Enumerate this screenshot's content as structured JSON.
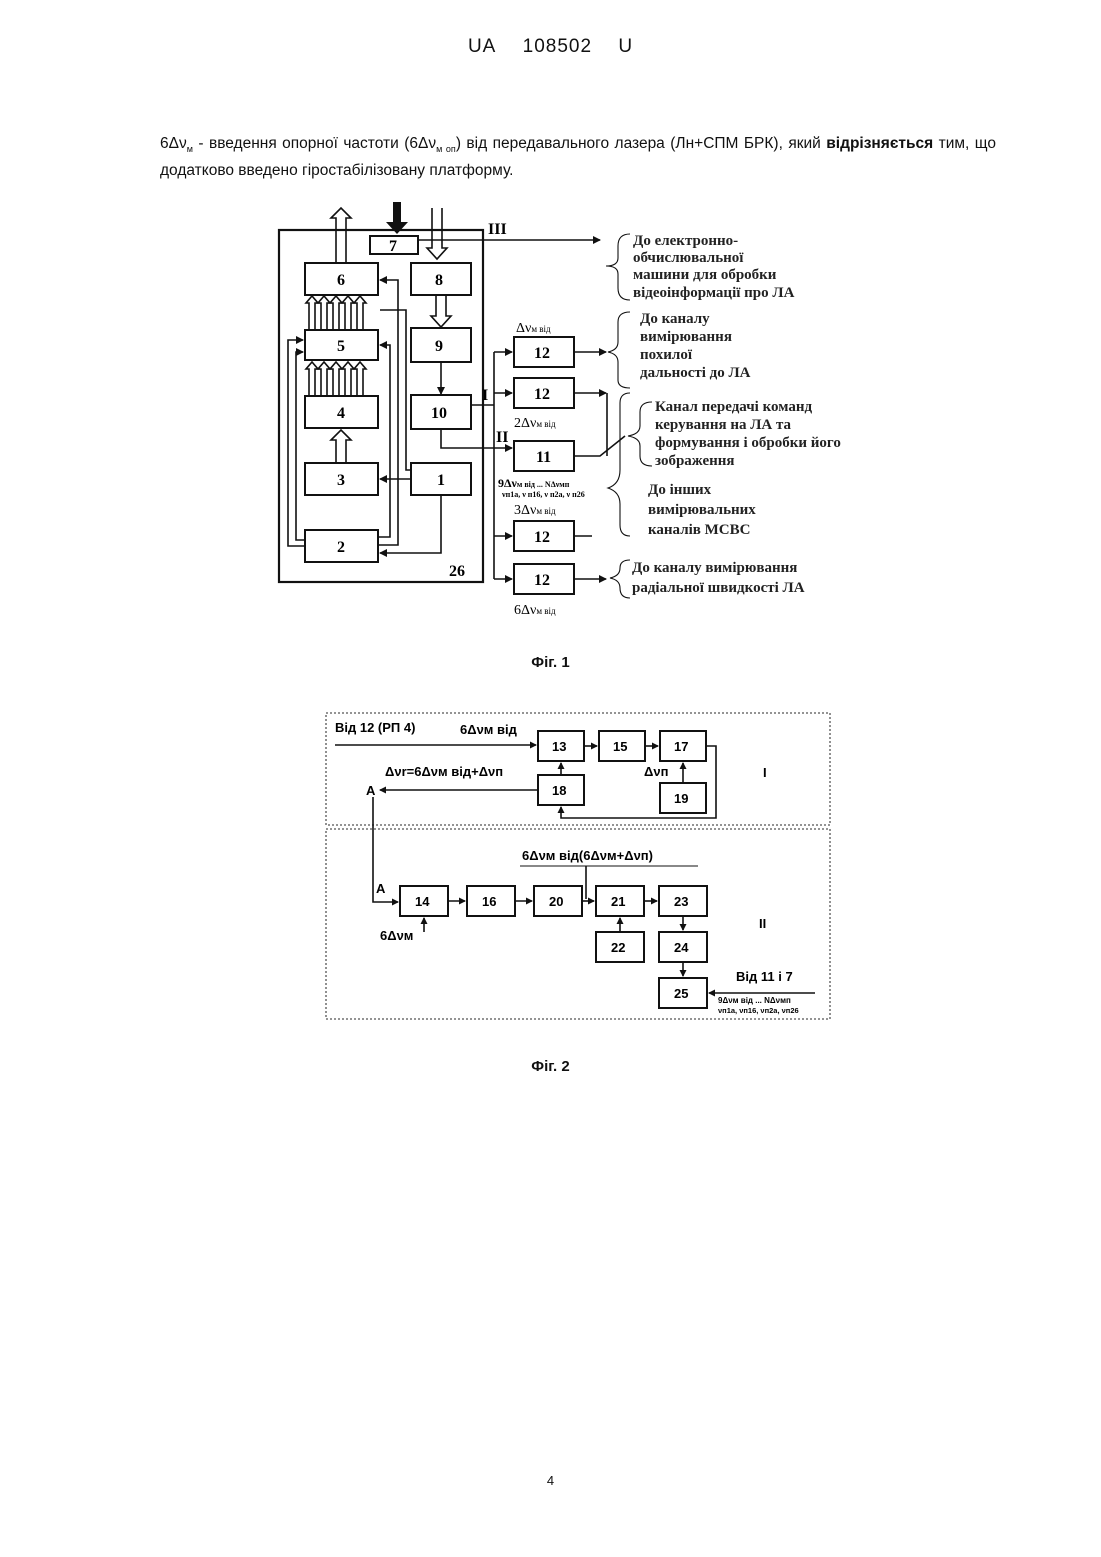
{
  "header": {
    "country": "UA",
    "number": "108502",
    "kind": "U"
  },
  "paragraph": {
    "part1": "6Δν",
    "sub1": "м",
    "part2": " - введення опорної частоти (6Δν",
    "sub2": "м оп",
    "part3": ") від передавального лазера (Лн+СПМ БРК), який ",
    "bold": "відрізняється",
    "part4": " тим, що додатково введено гіростабілізовану платформу."
  },
  "fig1": {
    "caption": "Фіг. 1",
    "blocks": [
      "7",
      "6",
      "8",
      "5",
      "9",
      "4",
      "10",
      "3",
      "1",
      "2",
      "12",
      "12",
      "11",
      "12",
      "12"
    ],
    "frame_label": "26",
    "roman": [
      "III",
      "I",
      "II"
    ],
    "freq_labels": {
      "top": "Δν",
      "top_sub": "м від",
      "second": "2Δν",
      "second_sub": "м від",
      "nine": "9Δν",
      "nine_sub": "м від ... NΔν",
      "nine_sub2": "мп",
      "nine_line2": "ν",
      "nine_line2_text": "п1а, ν п16, ν п2а, ν п26",
      "three": "3Δν",
      "three_sub": "м від",
      "six": "6Δν",
      "six_sub": "м від"
    },
    "notes": {
      "computer": [
        "До електронно-",
        "обчислювальної",
        "машини для обробки",
        "відеоінформації про ЛА"
      ],
      "range": [
        "До каналу",
        "вимірювання",
        "похилої",
        "дальності до ЛА"
      ],
      "command": [
        "Канал передачі команд",
        "керування на ЛА та",
        "формування і обробки його",
        "зображення"
      ],
      "other": [
        "До інших",
        "вимірювальних",
        "каналів МСВС"
      ],
      "radial": [
        "До каналу вимірювання",
        "радіальної швидкості ЛА"
      ]
    }
  },
  "fig2": {
    "caption": "Фіг. 2",
    "blocks": [
      "13",
      "15",
      "17",
      "18",
      "19",
      "14",
      "16",
      "20",
      "21",
      "23",
      "22",
      "24",
      "25"
    ],
    "section_labels": [
      "I",
      "II"
    ],
    "labels": {
      "from12": "Від 12 (РП 4)",
      "six_from": "6Δνм від",
      "dnu_r": "Δνr=6Δνм від+Δνп",
      "dnu_p": "Δνп",
      "A1": "A",
      "A2": "A",
      "six_m": "6Δνм",
      "formula": "6Δνм від(6Δνм+Δνп)",
      "from11": "Від 11 і 7",
      "bottom1": "9Δνм від ... NΔνмп",
      "bottom2": "νп1а, νп16, νп2а, νп26"
    }
  },
  "page_number": "4"
}
